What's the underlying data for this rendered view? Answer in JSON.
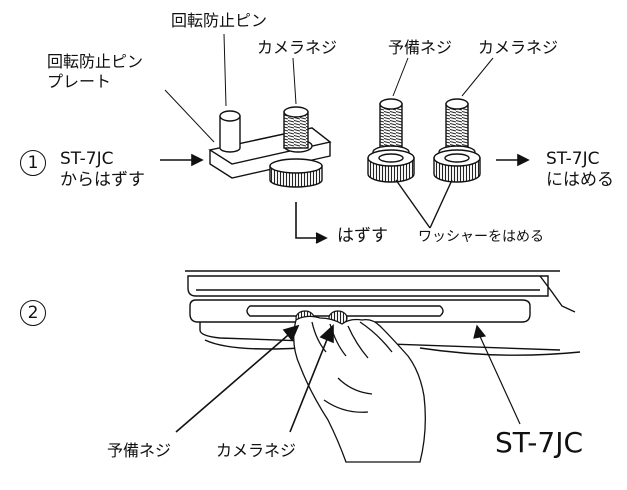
{
  "step1": {
    "number": "1",
    "parts": {
      "anti_rotation_pin": "回転防止ピン",
      "anti_rotation_pin_plate_line1": "回転防止ピン",
      "anti_rotation_pin_plate_line2": "プレート",
      "camera_screw_left": "カメラネジ",
      "spare_screw": "予備ネジ",
      "camera_screw_right": "カメラネジ"
    },
    "from_line1": "ST-7JC",
    "from_line2": "からはずす",
    "to_line1": "ST-7JC",
    "to_line2": "にはめる",
    "remove_label": "はずす",
    "washer_label": "ワッシャーをはめる"
  },
  "step2": {
    "number": "2",
    "spare_screw": "予備ネジ",
    "camera_screw": "カメラネジ",
    "device_label": "ST-7JC"
  }
}
